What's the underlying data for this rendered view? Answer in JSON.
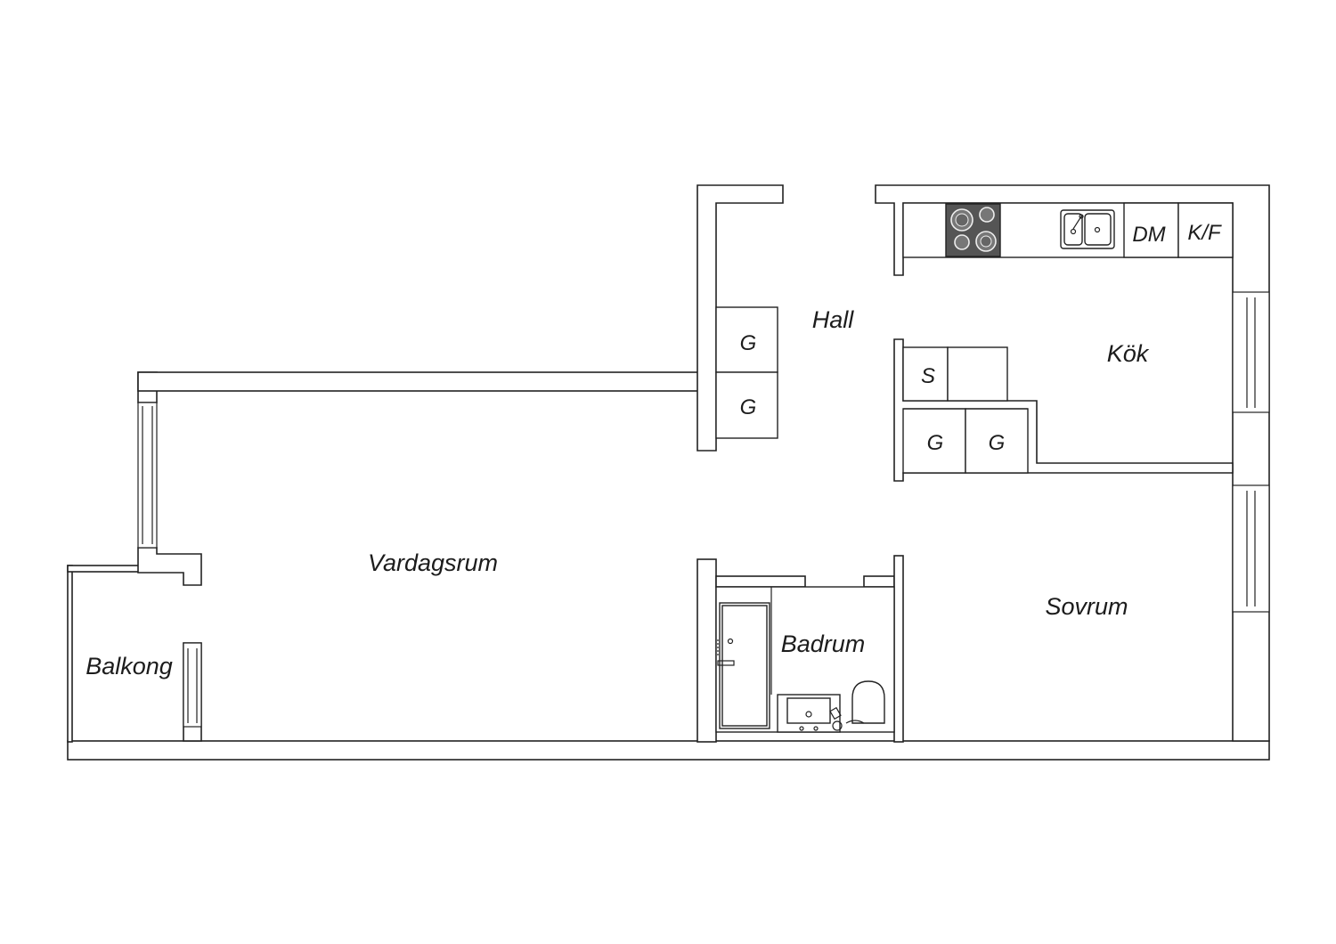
{
  "rooms": {
    "hall": "Hall",
    "kok": "Kök",
    "vardagsrum": "Vardagsrum",
    "balkong": "Balkong",
    "badrum": "Badrum",
    "sovrum": "Sovrum"
  },
  "fixtures": {
    "wardrobe": "G",
    "storage": "S",
    "dishwasher": "DM",
    "fridge_freezer": "K/F"
  },
  "colors": {
    "line": "#222222",
    "background": "#ffffff",
    "stove": "#555555"
  }
}
